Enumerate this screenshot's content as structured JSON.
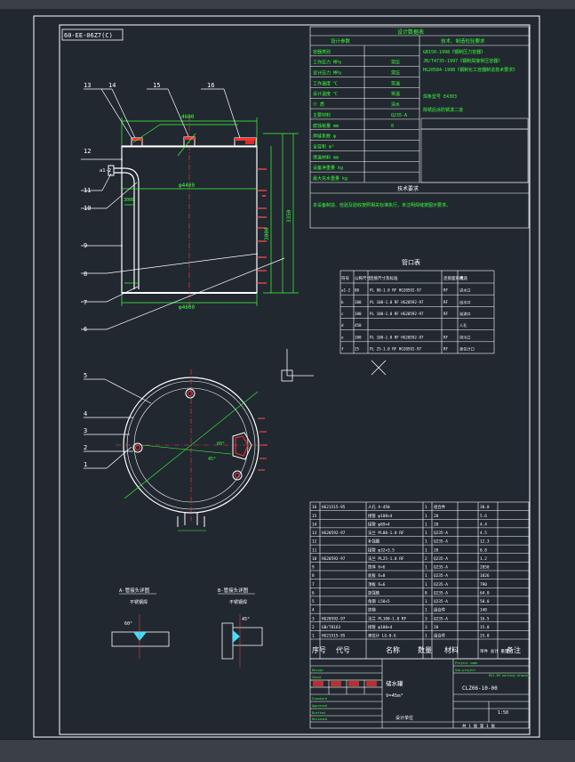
{
  "sheet": {
    "title_tag": "60-EE-06Z7(C)",
    "tech_req_title": "技术要求",
    "design_data_title": "设计数据表",
    "nozzle_table_title": "管口表",
    "part_numbers": [
      "13",
      "14",
      "15",
      "16",
      "12",
      "11",
      "10",
      "9",
      "8",
      "7",
      "6",
      "5",
      "4",
      "3",
      "2",
      "1"
    ],
    "detail_a_title": "A-管接头详图",
    "detail_b_title": "B-管接头详图",
    "detail_note": "不锈钢焊",
    "angle_60": "60°",
    "angle_45": "45°",
    "dim_top": "4600",
    "dim_inner": "φ4400",
    "dim_bottom": "φ4600",
    "dim_right": "3350",
    "dim_right2": "3000"
  },
  "design_table": {
    "headers": [
      "设计参数",
      "技术、制造检验要求"
    ],
    "rows": [
      [
        "容器类别",
        "",
        ""
      ],
      [
        "工作压力 MPa",
        "常压",
        ""
      ],
      [
        "设计压力 MPa",
        "常压",
        ""
      ],
      [
        "工作温度 ℃",
        "常温",
        ""
      ],
      [
        "设计温度 ℃",
        "常温",
        ""
      ],
      [
        "介  质",
        "清水",
        ""
      ],
      [
        "主要材料",
        "Q235-A",
        ""
      ],
      [
        "腐蚀裕量 mm",
        "0",
        ""
      ],
      [
        "焊缝系数 φ",
        "",
        ""
      ],
      [
        "全容积 m³",
        "",
        ""
      ],
      [
        "保温材料 mm",
        "",
        ""
      ],
      [
        "设备净重量 kg",
        "",
        ""
      ],
      [
        "最大充水重量 kg",
        "",
        ""
      ]
    ]
  },
  "tech_note": "本设备制造、检验及验收按照相关标准执行，未注明焊缝按图示要求。",
  "nozzle_table": {
    "headers": [
      "符号",
      "公称尺寸",
      "连接尺寸及标准",
      "连接面形式",
      "用途"
    ],
    "rows": [
      [
        "a1-2",
        "80",
        "PL 80-1.0 RF HG20592-97",
        "RF",
        "进水口"
      ],
      [
        "b",
        "100",
        "PL 100-1.0 RF HG20592-97",
        "RF",
        "出水口"
      ],
      [
        "c",
        "100",
        "PL 100-1.0 RF HG20592-97",
        "RF",
        "溢流口"
      ],
      [
        "d",
        "450",
        "",
        "",
        "人孔"
      ],
      [
        "e",
        "100",
        "PL 100-1.0 RF HG20592-97",
        "RF",
        "排污口"
      ],
      [
        "f",
        "25",
        "PL 25-1.0 RF HG20592-97",
        "RF",
        "液位计口"
      ]
    ]
  },
  "bom": {
    "rows": [
      [
        "16",
        "HG21515-95",
        "人孔 A-450",
        "1",
        "组合件",
        "",
        "38.0"
      ],
      [
        "15",
        "",
        "接管 φ108×4",
        "1",
        "20",
        "",
        "5.6"
      ],
      [
        "14",
        "",
        "接管 φ89×4",
        "1",
        "20",
        "",
        "4.4"
      ],
      [
        "13",
        "HG20592-97",
        "法兰 PL80-1.0 RF",
        "1",
        "Q235-A",
        "",
        "4.5"
      ],
      [
        "12",
        "",
        "补强圈",
        "1",
        "Q235-A",
        "",
        "12.3"
      ],
      [
        "11",
        "",
        "接管 φ32×3.5",
        "1",
        "20",
        "",
        "0.8"
      ],
      [
        "10",
        "HG20592-97",
        "法兰 PL25-1.0 RF",
        "2",
        "Q235-A",
        "",
        "1.2"
      ],
      [
        "9",
        "",
        "筒体 δ=6",
        "1",
        "Q235-A",
        "",
        "2050"
      ],
      [
        "8",
        "",
        "底板 δ=8",
        "1",
        "Q235-A",
        "",
        "1026"
      ],
      [
        "7",
        "",
        "顶板 δ=6",
        "1",
        "Q235-A",
        "",
        "790"
      ],
      [
        "6",
        "",
        "加强筋",
        "8",
        "Q235-A",
        "",
        "64.0"
      ],
      [
        "5",
        "",
        "角钢 L50×5",
        "1",
        "Q235-A",
        "",
        "58.0"
      ],
      [
        "4",
        "",
        "扶梯",
        "1",
        "组合件",
        "",
        "140"
      ],
      [
        "3",
        "HG20592-97",
        "法兰 PL100-1.0 RF",
        "3",
        "Q235-A",
        "",
        "16.5"
      ],
      [
        "2",
        "GB/T8163",
        "接管 φ108×4",
        "3",
        "20",
        "",
        "15.0"
      ],
      [
        "1",
        "HG21515-95",
        "液位计 LG-0.6",
        "1",
        "组合件",
        "",
        "25.0"
      ]
    ],
    "header": [
      "序号",
      "代号",
      "名称",
      "数量",
      "材料",
      "单件 总计 重量",
      "备注"
    ]
  },
  "title_block": {
    "drawing_name": "储水罐",
    "volume": "V=45m³",
    "drawing_no": "CLZ06-10-00",
    "scale": "1:50",
    "sheet": "共 1 张 第 1 张",
    "company": "设计单位"
  }
}
